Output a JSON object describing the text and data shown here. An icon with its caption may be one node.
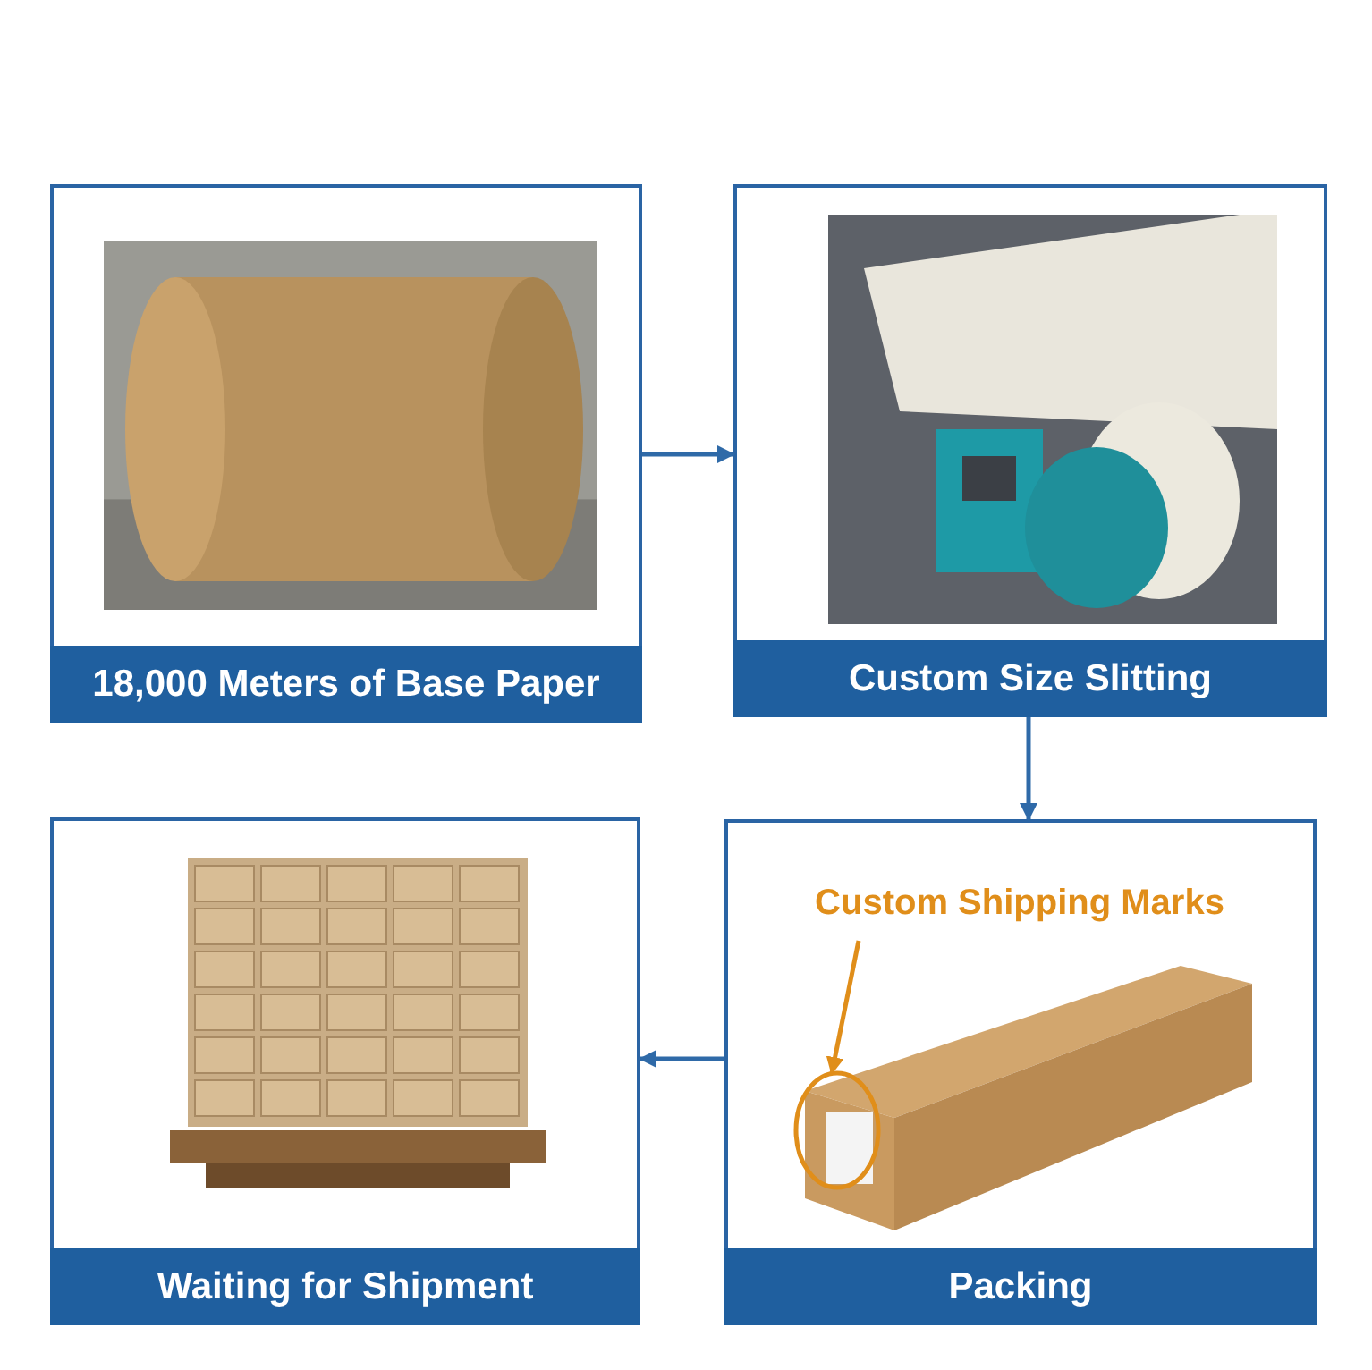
{
  "diagram": {
    "nodes": [
      {
        "text": [
          "18,000 Meters of Base Paper"
        ]
      },
      {
        "text": [
          "Custom Size Slitting"
        ]
      },
      {
        "text": [
          "Packing"
        ]
      },
      {
        "text": [
          "Waiting for Shipment"
        ]
      },
      {
        "text": [
          "Custom Shipping Marks"
        ],
        "in": 2
      },
      {
        "text": [],
        "shape": "circle",
        "in": 2
      }
    ],
    "edges": [
      {
        "from": 0,
        "to": 1,
        "arrow": "to"
      },
      {
        "from": 1,
        "to": 2,
        "arrow": "to"
      },
      {
        "from": 2,
        "to": 3,
        "arrow": "to"
      },
      {
        "from": 4,
        "to": 5,
        "arrow": "to",
        "color": "#e08e1a"
      }
    ]
  }
}
